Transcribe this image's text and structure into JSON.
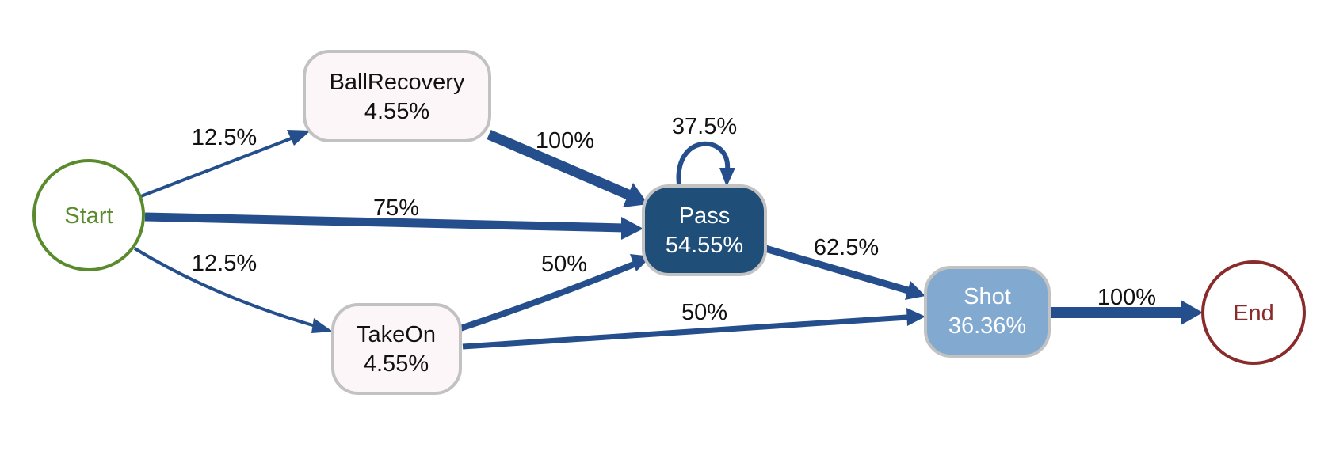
{
  "colors": {
    "edge": "#254f8c",
    "start_stroke": "#5a8a2e",
    "end_stroke": "#8a2b2b",
    "node_border": "#c2c2c2",
    "light_fill": "#fdf6f9",
    "pass_fill": "#1f4e79",
    "shot_fill": "#82a9cf"
  },
  "nodes": {
    "start": {
      "label": "Start"
    },
    "ball_recovery": {
      "label": "BallRecovery",
      "pct": "4.55%"
    },
    "take_on": {
      "label": "TakeOn",
      "pct": "4.55%"
    },
    "pass": {
      "label": "Pass",
      "pct": "54.55%"
    },
    "shot": {
      "label": "Shot",
      "pct": "36.36%"
    },
    "end": {
      "label": "End"
    }
  },
  "edges": {
    "start_to_ball_recovery": {
      "label": "12.5%",
      "value": 12.5
    },
    "start_to_pass": {
      "label": "75%",
      "value": 75
    },
    "start_to_take_on": {
      "label": "12.5%",
      "value": 12.5
    },
    "ball_recovery_to_pass": {
      "label": "100%",
      "value": 100
    },
    "pass_to_pass": {
      "label": "37.5%",
      "value": 37.5
    },
    "take_on_to_pass": {
      "label": "50%",
      "value": 50
    },
    "take_on_to_shot": {
      "label": "50%",
      "value": 50
    },
    "pass_to_shot": {
      "label": "62.5%",
      "value": 62.5
    },
    "shot_to_end": {
      "label": "100%",
      "value": 100
    }
  }
}
